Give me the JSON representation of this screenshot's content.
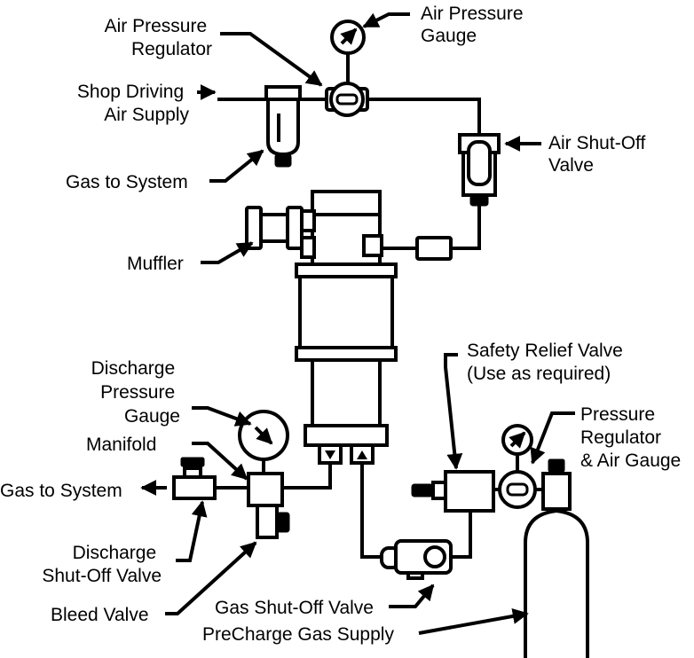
{
  "labels": {
    "air_pressure_gauge": [
      "Air Pressure",
      "Gauge"
    ],
    "air_pressure_regulator": [
      "Air Pressure",
      "Regulator"
    ],
    "shop_driving_air_supply": [
      "Shop Driving",
      "Air Supply"
    ],
    "gas_to_system_top": "Gas to System",
    "air_shutoff_valve": [
      "Air Shut-Off",
      "Valve"
    ],
    "muffler": "Muffler",
    "safety_relief_valve": [
      "Safety Relief Valve",
      "(Use as required)"
    ],
    "discharge_pressure_gauge": [
      "Discharge",
      "Pressure",
      "Gauge"
    ],
    "manifold": "Manifold",
    "pressure_regulator_air_gauge": [
      "Pressure",
      "Regulator",
      "& Air Gauge"
    ],
    "gas_to_system_left": "Gas to System",
    "discharge_shutoff_valve": [
      "Discharge",
      "Shut-Off Valve"
    ],
    "bleed_valve": "Bleed Valve",
    "gas_shutoff_valve": "Gas Shut-Off Valve",
    "precharge_gas_supply": "PreCharge Gas Supply"
  },
  "colors": {
    "ink": "#000000",
    "background": "#ffffff"
  }
}
